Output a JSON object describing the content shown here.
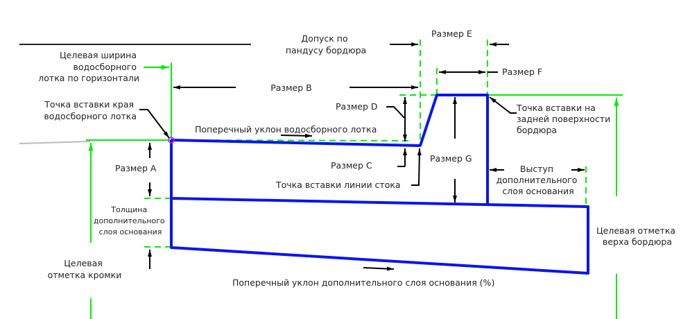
{
  "title": "Сборка бордюра и водосборного лотка",
  "colors": {
    "structure": "#0a14f0",
    "construction": "#00ee00",
    "dimension": "#000000",
    "insertion_marker": "#ff00ff",
    "ground": "#bbbbbb",
    "text": "#222222"
  },
  "labels": {
    "gutter_width": [
      "Целевая ширина",
      "водосборного",
      "лотка по горизонтали"
    ],
    "gutter_edge_insertion": [
      "Точка вставки края",
      "водосборного лотка"
    ],
    "dim_a": "Размер A",
    "subbase_thickness": [
      "Толщина",
      "дополнительного",
      "слоя основания"
    ],
    "edge_elevation": [
      "Целевая",
      "отметка кромки"
    ],
    "curb_ramp_tolerance": [
      "Допуск по",
      "пандусу бордюра"
    ],
    "dim_b": "Размер B",
    "dim_d": "Размер D",
    "gutter_cross_slope": "Поперечный уклон водосборного лотка",
    "dim_c": "Размер C",
    "flowline_insertion": "Точка вставки линии стока",
    "dim_e": "Размер E",
    "dim_f": "Размер F",
    "dim_g": "Размер G",
    "back_of_curb_insertion": [
      "Точка вставки на",
      "задней поверхности",
      "бордюра"
    ],
    "subbase_extension": [
      "Выступ",
      "дополнительного",
      "слоя основания"
    ],
    "curb_top_elevation": [
      "Целевая отметка",
      "верха бордюра"
    ],
    "subbase_cross_slope": "Поперечный уклон дополнительного слоя основания (%)"
  }
}
